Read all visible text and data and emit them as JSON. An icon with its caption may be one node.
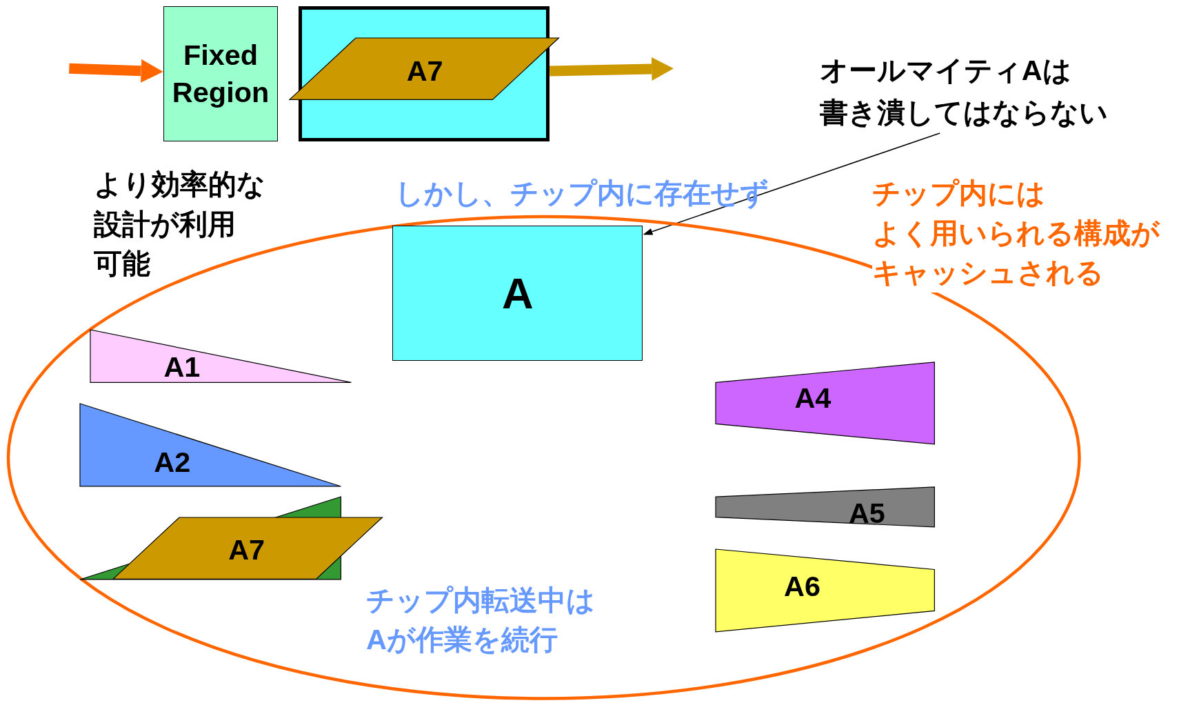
{
  "diagram": {
    "nodes": [
      {
        "text": [
          "Fixed Region"
        ]
      },
      {
        "text": [],
        "shape": "box"
      },
      {
        "text": [
          "A7"
        ]
      },
      {
        "text": [
          "オールマイティAは書き潰してはならない"
        ]
      },
      {
        "text": [],
        "shape": "ellipse"
      },
      {
        "text": [
          "A"
        ],
        "in": 4
      },
      {
        "text": [
          "A1"
        ],
        "in": 4
      },
      {
        "text": [
          "A2"
        ],
        "in": 4
      },
      {
        "text": [],
        "shape": "triangle",
        "in": 4
      },
      {
        "text": [
          "A7"
        ],
        "in": 4
      },
      {
        "text": [
          "A4"
        ],
        "in": 4
      },
      {
        "text": [
          "A5"
        ],
        "in": 4
      },
      {
        "text": [
          "A6"
        ],
        "in": 4
      }
    ],
    "edges": [
      {
        "from": null,
        "to": 0,
        "arrow": "to",
        "color": "#ff6600"
      },
      {
        "from": 1,
        "to": null,
        "arrow": "to",
        "color": "#cc9900"
      },
      {
        "from": 3,
        "to": 5,
        "arrow": "to",
        "color": "#000000"
      }
    ],
    "labels": [
      "より効率的な設計が利用可能",
      "しかし、チップ内に存在せず",
      "チップ内にはよく用いられる構成がキャッシュされる",
      "チップ内転送中はAが作業を続行"
    ]
  }
}
